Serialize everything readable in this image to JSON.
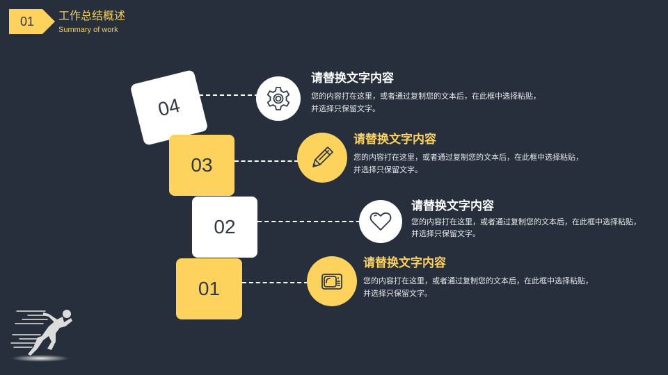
{
  "header": {
    "badge_number": "01",
    "title": "工作总结概述",
    "subtitle": "Summary of work"
  },
  "colors": {
    "background": "#262f3b",
    "accent_yellow": "#fdd35e",
    "white": "#ffffff",
    "box_text": "#303846"
  },
  "items": [
    {
      "number": "04",
      "icon": "gear-icon",
      "title": "请替换文字内容",
      "body_line1": "您的内容打在这里，或者通过复制您的文本后，在此框中选择粘贴，",
      "body_line2": "并选择只保留文字。"
    },
    {
      "number": "03",
      "icon": "pencil-icon",
      "title": "请替换文字内容",
      "body_line1": "您的内容打在这里，或者通过复制您的文本后，在此框中选择粘贴，",
      "body_line2": "并选择只保留文字。"
    },
    {
      "number": "02",
      "icon": "heart-icon",
      "title": "请替换文字内容",
      "body_line1": "您的内容打在这里，或者通过复制您的文本后，在此框中选择粘贴，",
      "body_line2": "并选择只保留文字。"
    },
    {
      "number": "01",
      "icon": "tv-icon",
      "title": "请替换文字内容",
      "body_line1": "您的内容打在这里，或者通过复制您的文本后，在此框中选择粘贴，",
      "body_line2": "并选择只保留文字。"
    }
  ],
  "decoration": {
    "runner_image": "sprinting-runner-illustration"
  }
}
